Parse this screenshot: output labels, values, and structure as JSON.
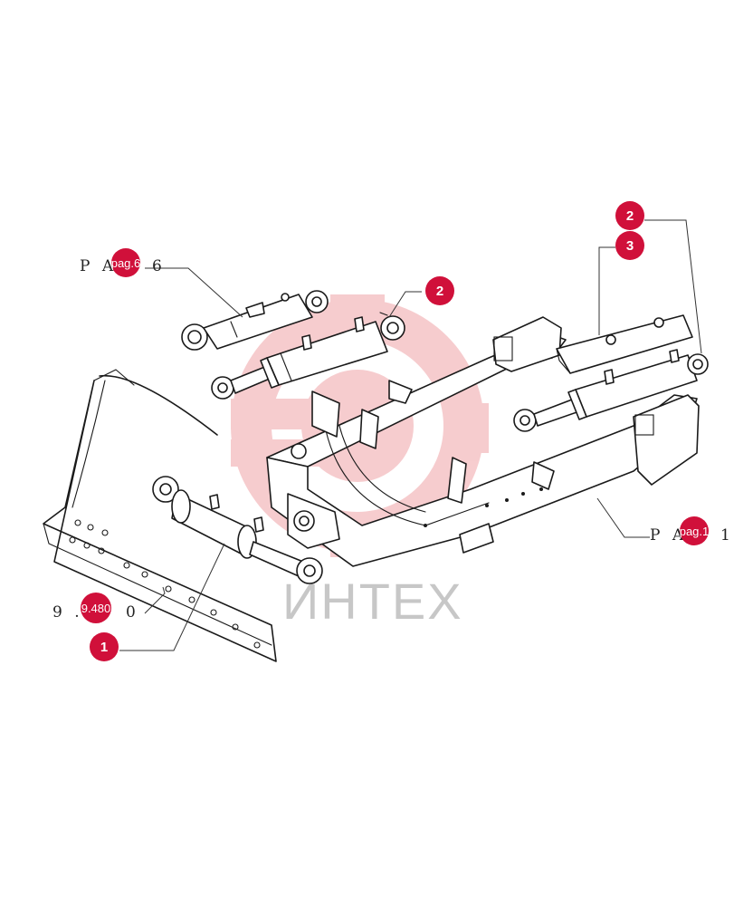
{
  "diagram": {
    "references": {
      "ref_left": {
        "prefix": "P A",
        "suffix": "6",
        "badge": "pag.6"
      },
      "ref_right": {
        "prefix": "P A",
        "suffix": "1",
        "badge": "pag.1"
      },
      "ref_blade": {
        "prefix": "9 .",
        "suffix": "0",
        "badge": "9.480"
      }
    },
    "callouts": [
      {
        "id": "c-2-top-right",
        "label": "2"
      },
      {
        "id": "c-3",
        "label": "3"
      },
      {
        "id": "c-2-middle",
        "label": "2"
      },
      {
        "id": "c-1",
        "label": "1"
      }
    ],
    "watermark": {
      "text": "ИНТЕХ"
    },
    "colors": {
      "callout": "#d0103a",
      "watermark": "#e24a52",
      "line": "#1a1a1a"
    }
  }
}
